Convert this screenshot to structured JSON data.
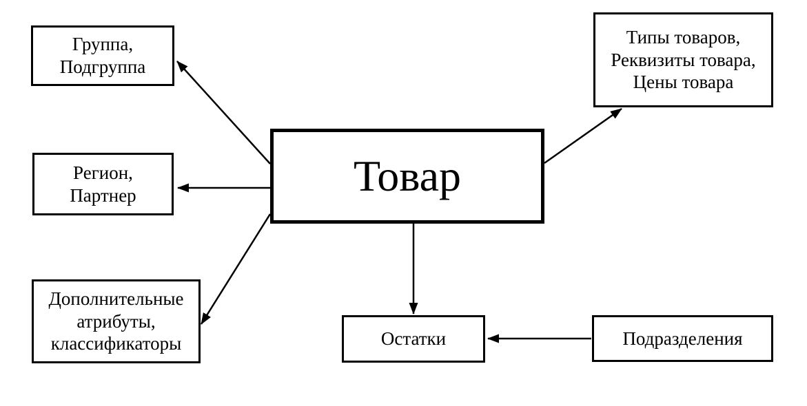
{
  "diagram": {
    "nodes": {
      "product": {
        "label": "Товар"
      },
      "group": {
        "label": "Группа,\nПодгруппа"
      },
      "region": {
        "label": "Регион,\nПартнер"
      },
      "attributes": {
        "label": "Дополнительные\nатрибуты,\nклассификаторы"
      },
      "product_types": {
        "label": "Типы товаров,\nРеквизиты товара,\nЦены товара"
      },
      "stock": {
        "label": "Остатки"
      },
      "departments": {
        "label": "Подразделения"
      }
    },
    "edges": [
      {
        "from": "product",
        "to": "group"
      },
      {
        "from": "product",
        "to": "region"
      },
      {
        "from": "product",
        "to": "attributes"
      },
      {
        "from": "product",
        "to": "product_types"
      },
      {
        "from": "product",
        "to": "stock"
      },
      {
        "from": "departments",
        "to": "stock"
      }
    ],
    "colors": {
      "stroke": "#000000",
      "text": "#000000",
      "background": "#ffffff"
    }
  }
}
